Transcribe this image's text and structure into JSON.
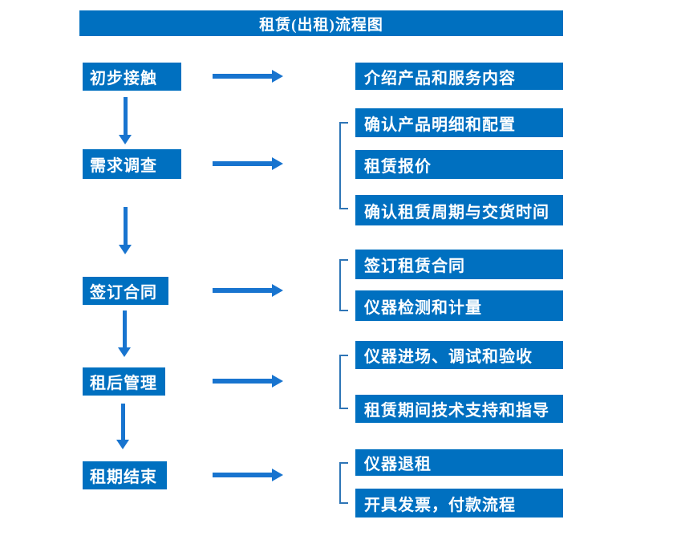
{
  "title": "租赁(出租)流程图",
  "colors": {
    "box_blue": "#0070C0",
    "arrow_blue": "#1874CF",
    "bracket_blue": "#2E75B6",
    "text_white": "#FFFFFF"
  },
  "steps": [
    {
      "label": "初步接触",
      "details": [
        "介绍产品和服务内容"
      ]
    },
    {
      "label": "需求调查",
      "details": [
        "确认产品明细和配置",
        "租赁报价",
        "确认租赁周期与交货时间"
      ]
    },
    {
      "label": "签订合同",
      "details": [
        "签订租赁合同",
        "仪器检测和计量"
      ]
    },
    {
      "label": "租后管理",
      "details": [
        "仪器进场、调试和验收",
        "租赁期间技术支持和指导"
      ]
    },
    {
      "label": "租期结束",
      "details": [
        "仪器退租",
        "开具发票，付款流程"
      ]
    }
  ]
}
